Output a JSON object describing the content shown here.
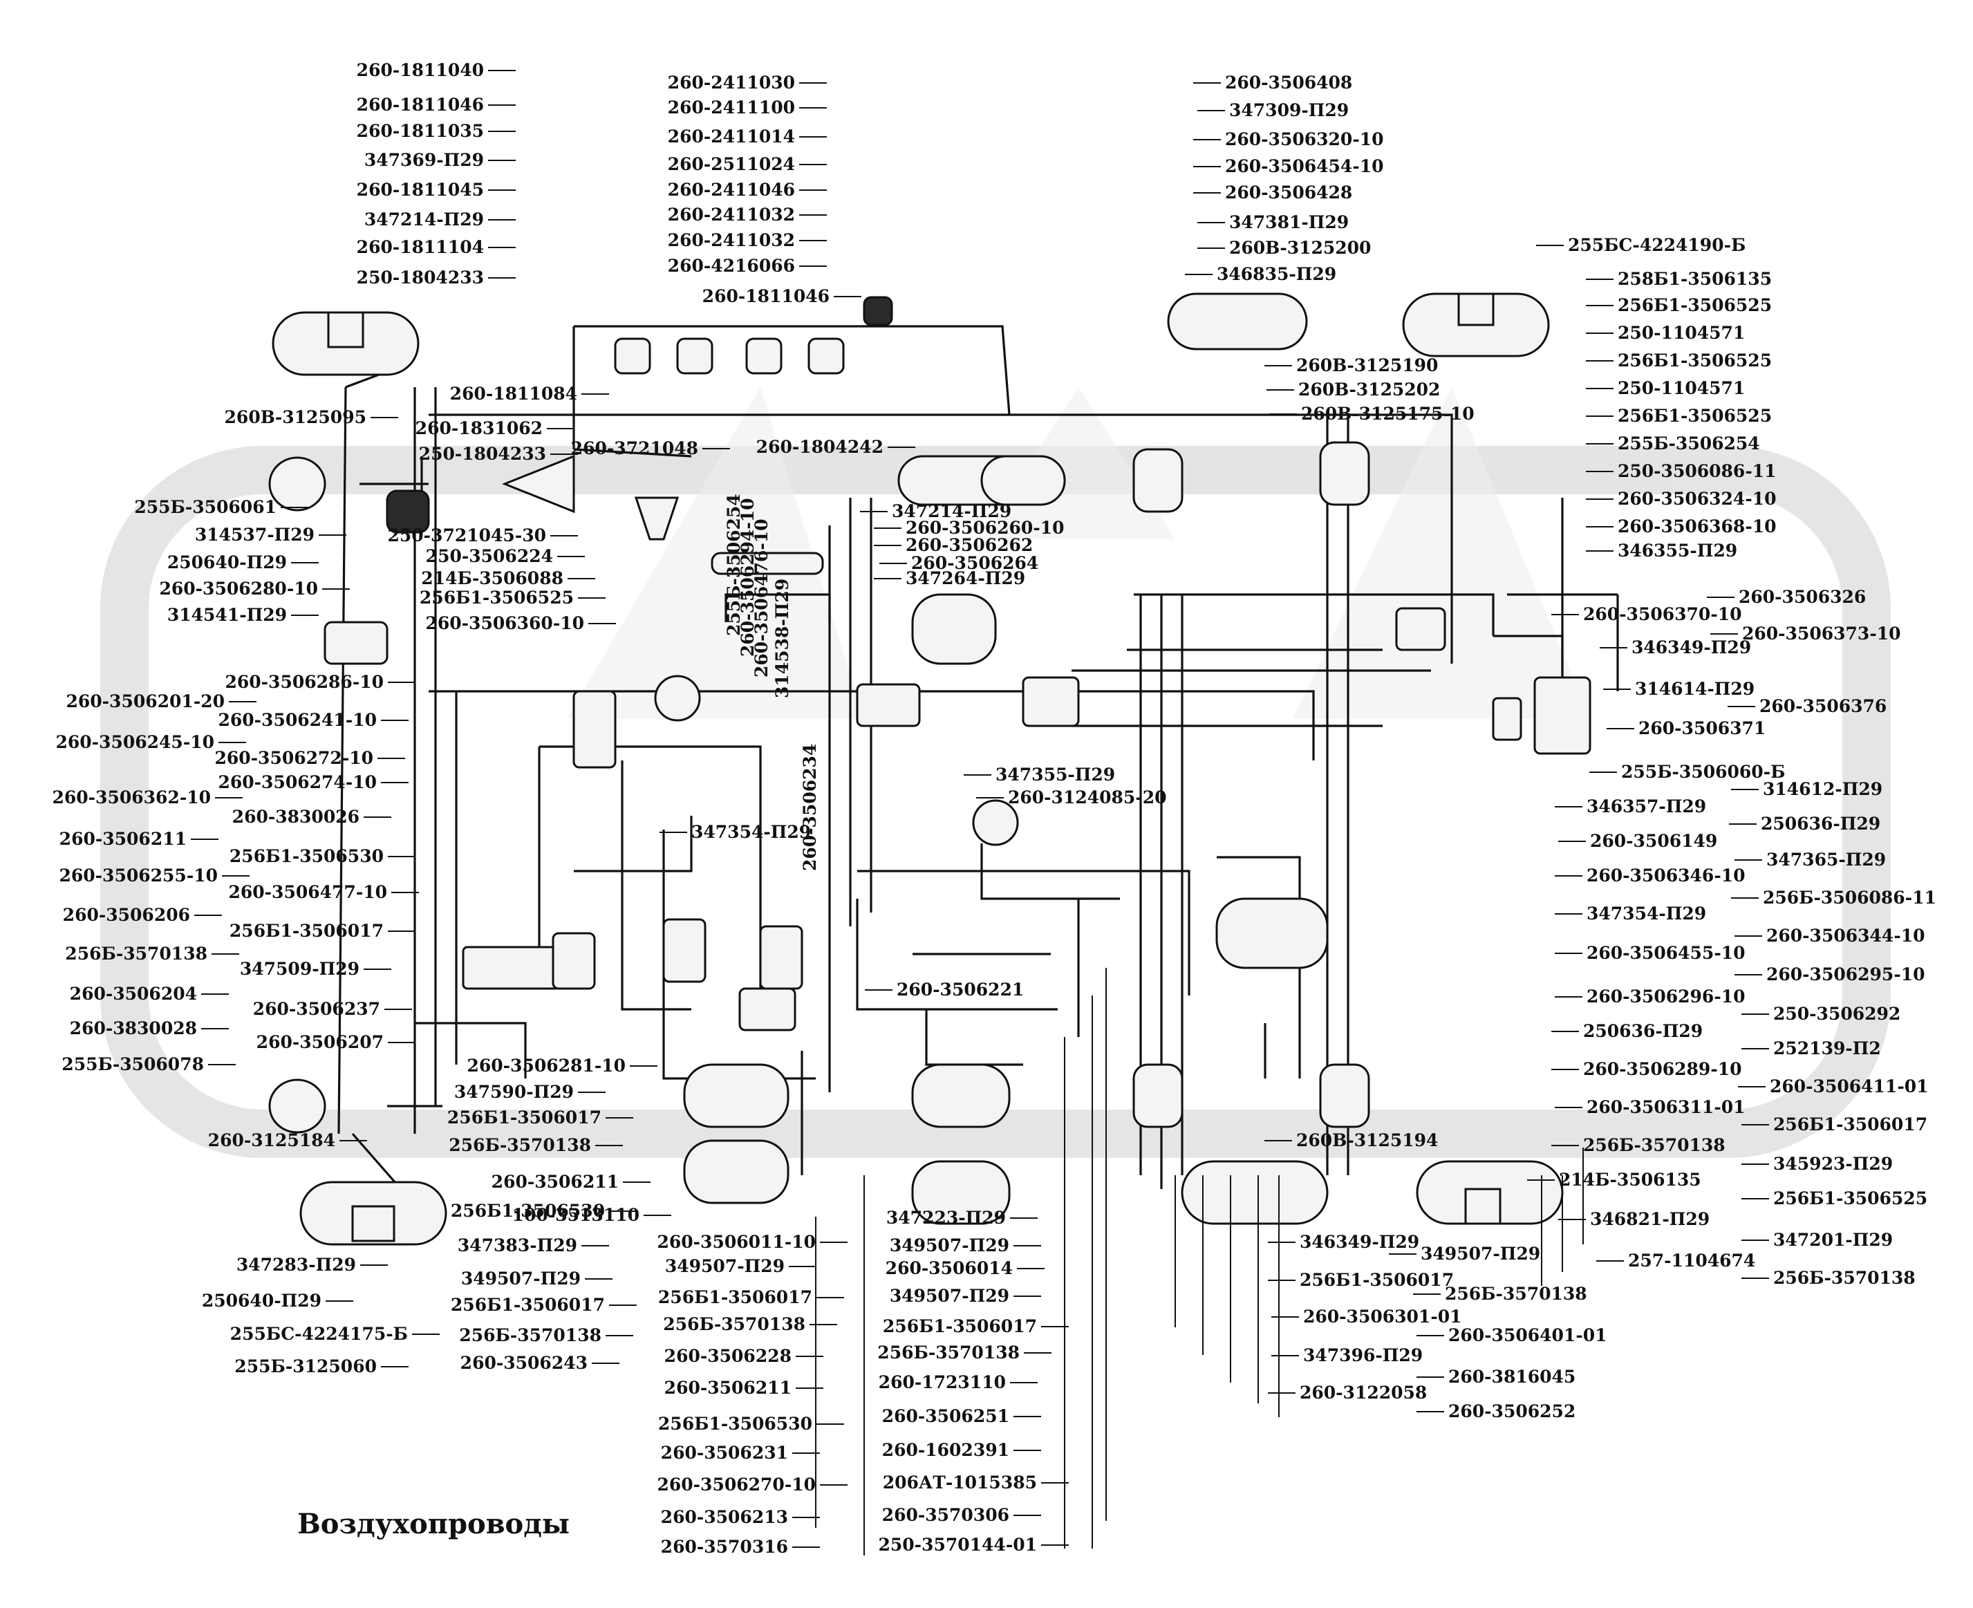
{
  "caption": "Воздухопроводы",
  "labels": {
    "left": [
      "260-1811040",
      "260-1811046",
      "260-1811035",
      "347369-П29",
      "260-1811045",
      "347214-П29",
      "260-1811104",
      "250-1804233",
      "260В-3125095",
      "260-1831062",
      "250-1804233",
      "255Б-3506061",
      "314537-П29",
      "250640-П29",
      "260-3506280-10",
      "314541-П29",
      "260-3506286-10",
      "260-3506201-20",
      "260-3506241-10",
      "260-3506245-10",
      "260-3506272-10",
      "260-3506274-10",
      "260-3506362-10",
      "260-3830026",
      "260-3506211",
      "256Б1-3506530",
      "260-3506255-10",
      "260-3506477-10",
      "260-3506206",
      "256Б1-3506017",
      "256Б-3570138",
      "347509-П29",
      "260-3506204",
      "260-3506237",
      "260-3830028",
      "260-3506207",
      "255Б-3506078",
      "260-3125184",
      "347283-П29",
      "250640-П29",
      "255БС-4224175-Б",
      "255Б-3125060"
    ],
    "upper_mid": [
      "260-1811084",
      "260-3721048",
      "250-3721045-30",
      "250-3506224",
      "214Б-3506088",
      "256Б1-3506525",
      "260-3506360-10"
    ],
    "top_center": [
      "260-2411030",
      "260-2411100",
      "260-2411014",
      "260-2511024",
      "260-2411046",
      "260-2411032",
      "260-2411032",
      "260-4216066",
      "260-1811046",
      "260-1804242"
    ],
    "center_upper": [
      "347214-П29",
      "260-3506260-10",
      "260-3506262",
      "260-3506264",
      "347264-П29"
    ],
    "center_vertical": [
      "255Б-3506254",
      "260-3506294-10",
      "260-3506476-10",
      "314538-П29",
      "260-3506234"
    ],
    "center_mid": [
      "347355-П29",
      "260-3124085-20",
      "347354-П29",
      "260-3506221"
    ],
    "lower_left_mid": [
      "260-3506281-10",
      "347590-П29",
      "256Б1-3506017",
      "256Б-3570138",
      "260-3506211",
      "256Б1-3506530",
      "347383-П29",
      "349507-П29",
      "256Б1-3506017",
      "256Б-3570138",
      "260-3506243",
      "100-3513110"
    ],
    "lower_center_a": [
      "260-3506011-10",
      "349507-П29",
      "256Б1-3506017",
      "256Б-3570138",
      "260-3506228",
      "260-3506211",
      "256Б1-3506530",
      "260-3506231",
      "260-3506270-10",
      "260-3506213",
      "260-3570316"
    ],
    "lower_center_b": [
      "347223-П29",
      "349507-П29",
      "260-3506014",
      "349507-П29",
      "256Б1-3506017",
      "256Б-3570138",
      "260-1723110",
      "260-3506251",
      "260-1602391",
      "206АТ-1015385",
      "260-3570306",
      "250-3570144-01"
    ],
    "top_right": [
      "260-3506408",
      "347309-П29",
      "260-3506320-10",
      "260-3506454-10",
      "260-3506428",
      "347381-П29",
      "260В-3125200",
      "346835-П29",
      "260В-3125190",
      "260В-3125202",
      "260В-3125175-10"
    ],
    "right_col1": [
      "255БС-4224190-Б",
      "258Б1-3506135",
      "256Б1-3506525",
      "250-1104571",
      "256Б1-3506525",
      "250-1104571",
      "256Б1-3506525",
      "255Б-3506254",
      "250-3506086-11",
      "260-3506324-10",
      "260-3506368-10",
      "346355-П29",
      "260-3506370-10",
      "346349-П29",
      "314614-П29",
      "260-3506371",
      "255Б-3506060-Б",
      "346357-П29",
      "260-3506149",
      "260-3506346-10",
      "347354-П29",
      "260-3506455-10",
      "260-3506296-10",
      "250636-П29",
      "260-3506289-10",
      "260-3506311-01",
      "256Б-3570138",
      "214Б-3506135",
      "346821-П29",
      "257-1104674"
    ],
    "right_col2": [
      "260-3506326",
      "260-3506373-10",
      "260-3506376",
      "314612-П29",
      "250636-П29",
      "347365-П29",
      "256Б-3506086-11",
      "260-3506344-10",
      "260-3506295-10",
      "250-3506292",
      "252139-П2",
      "260-3506411-01",
      "256Б1-3506017",
      "345923-П29",
      "256Б1-3506525",
      "347201-П29",
      "256Б-3570138"
    ],
    "bottom_right": [
      "260В-3125194",
      "346349-П29",
      "349507-П29",
      "256Б1-3506017",
      "256Б-3570138",
      "260-3506301-01",
      "260-3506401-01",
      "347396-П29",
      "260-3816045",
      "260-3122058",
      "260-3506252"
    ]
  }
}
